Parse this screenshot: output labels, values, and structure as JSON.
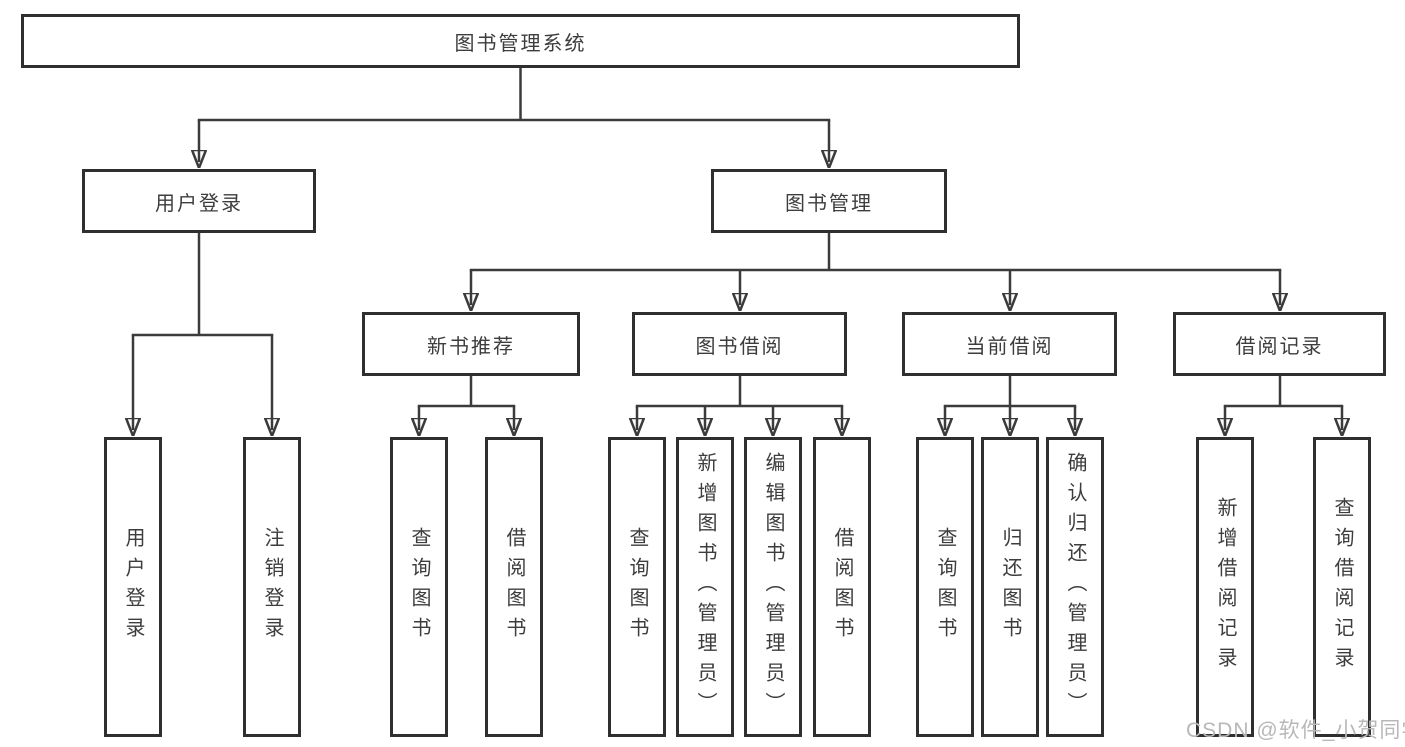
{
  "colors": {
    "background": "#ffffff",
    "box_border": "#2f2f2f",
    "line": "#3b3b3b",
    "text": "#3d3d3d",
    "watermark": "#b8b8b8"
  },
  "watermark": "CSDN @软件_小贺同学",
  "tree": {
    "root": {
      "label": "图书管理系统"
    },
    "branches": [
      {
        "label": "用户登录",
        "children": [
          {
            "label": "用户登录"
          },
          {
            "label": "注销登录"
          }
        ]
      },
      {
        "label": "图书管理",
        "children": [
          {
            "label": "新书推荐",
            "children": [
              {
                "label": "查询图书"
              },
              {
                "label": "借阅图书"
              }
            ]
          },
          {
            "label": "图书借阅",
            "children": [
              {
                "label": "查询图书"
              },
              {
                "label": "新增图书（管理员）"
              },
              {
                "label": "编辑图书（管理员）"
              },
              {
                "label": "借阅图书"
              }
            ]
          },
          {
            "label": "当前借阅",
            "children": [
              {
                "label": "查询图书"
              },
              {
                "label": "归还图书"
              },
              {
                "label": "确认归还（管理员）"
              }
            ]
          },
          {
            "label": "借阅记录",
            "children": [
              {
                "label": "新增借阅记录"
              },
              {
                "label": "查询借阅记录"
              }
            ]
          }
        ]
      }
    ]
  }
}
